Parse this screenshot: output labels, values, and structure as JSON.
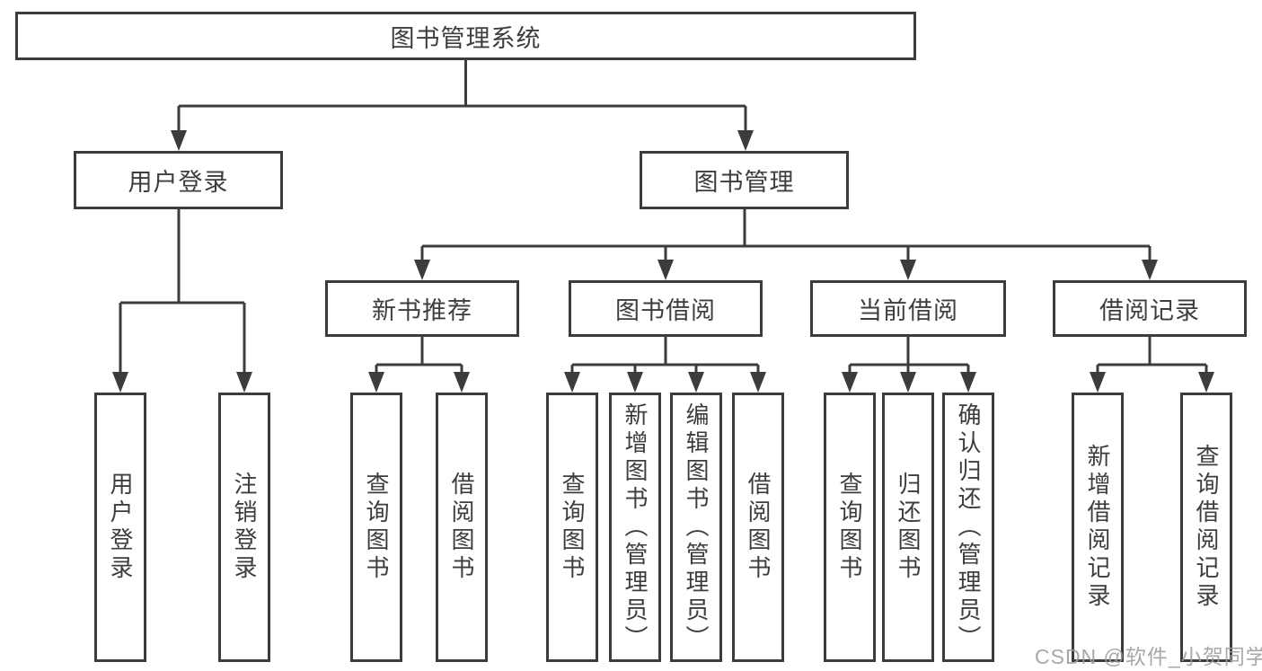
{
  "diagram": {
    "root": {
      "label": "图书管理系统"
    },
    "user_login": {
      "label": "用户登录",
      "children": [
        {
          "label": "用户登录"
        },
        {
          "label": "注销登录"
        }
      ]
    },
    "book_mgmt": {
      "label": "图书管理",
      "sections": [
        {
          "label": "新书推荐",
          "children": [
            {
              "label": "查询图书"
            },
            {
              "label": "借阅图书"
            }
          ]
        },
        {
          "label": "图书借阅",
          "children": [
            {
              "label": "查询图书"
            },
            {
              "label": "新增图书（管理员）"
            },
            {
              "label": "编辑图书（管理员）"
            },
            {
              "label": "借阅图书"
            }
          ]
        },
        {
          "label": "当前借阅",
          "children": [
            {
              "label": "查询图书"
            },
            {
              "label": "归还图书"
            },
            {
              "label": "确认归还（管理员）"
            }
          ]
        },
        {
          "label": "借阅记录",
          "children": [
            {
              "label": "新增借阅记录"
            },
            {
              "label": "查询借阅记录"
            }
          ]
        }
      ]
    },
    "watermark": "CSDN @软件_小贺同学",
    "colors": {
      "line": "#3c3c3c",
      "text": "#3d3d3d",
      "watermark": "#9e9e9e",
      "background": "#ffffff"
    }
  }
}
